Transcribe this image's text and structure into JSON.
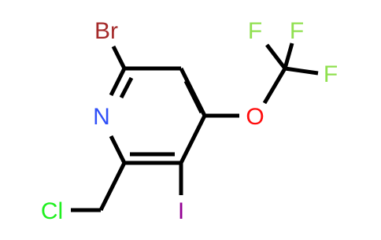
{
  "atoms": {
    "bromine": {
      "text": "Br",
      "color": "#a52a2a"
    },
    "nitrogen": {
      "text": "N",
      "color": "#3050f8"
    },
    "oxygen": {
      "text": "O",
      "color": "#ff0d0d"
    },
    "fluorine_1": {
      "text": "F",
      "color": "#90e050"
    },
    "fluorine_2": {
      "text": "F",
      "color": "#90e050"
    },
    "fluorine_3": {
      "text": "F",
      "color": "#90e050"
    },
    "chlorine": {
      "text": "Cl",
      "color": "#1ff01f"
    },
    "iodine": {
      "text": "I",
      "color": "#940094"
    }
  }
}
